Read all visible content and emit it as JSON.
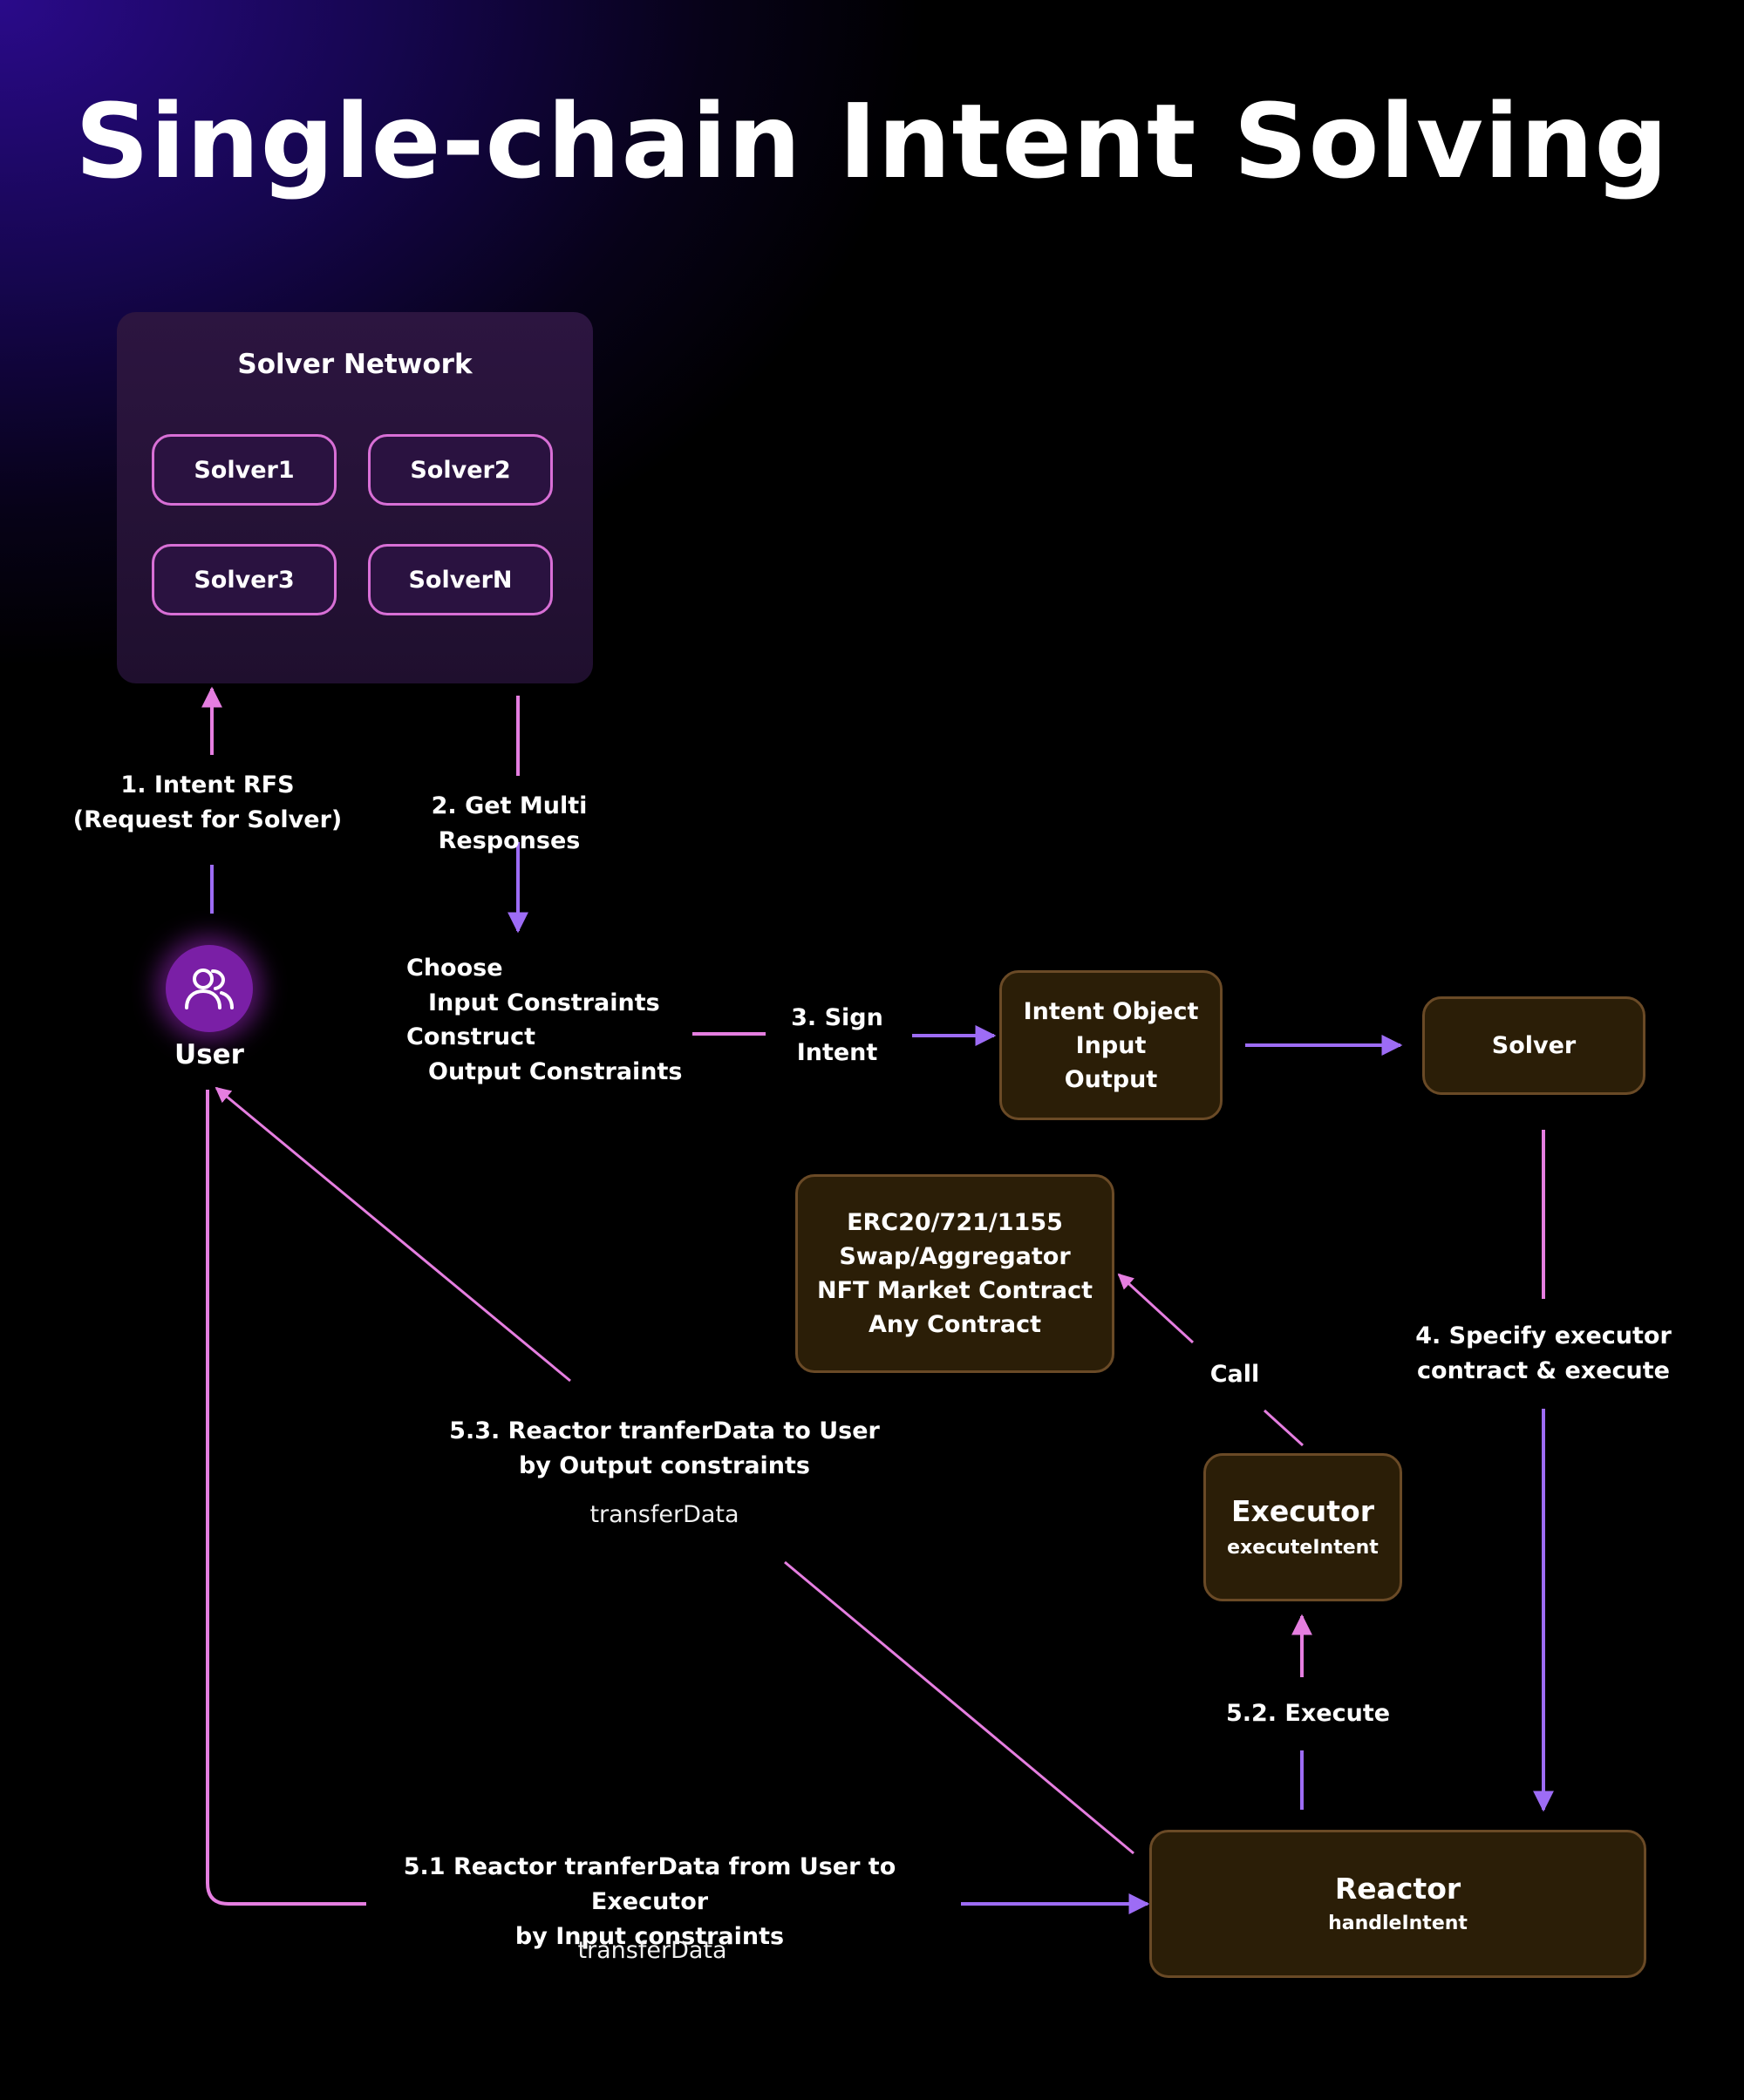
{
  "title": "Single-chain Intent Solving",
  "solver_network": {
    "title": "Solver Network",
    "solvers": [
      "Solver1",
      "Solver2",
      "Solver3",
      "SolverN"
    ]
  },
  "user": {
    "label": "User",
    "icon": "users-icon"
  },
  "steps": {
    "intent_rfs": [
      "1. Intent RFS",
      "(Request for Solver)"
    ],
    "get_multi": "2. Get Multi Responses",
    "choose_construct": [
      "Choose",
      "Input Constraints",
      "Construct",
      "Output Constraints"
    ],
    "sign_intent": [
      "3. Sign",
      "Intent"
    ],
    "specify_executor": [
      "4. Specify executor",
      "contract & execute"
    ],
    "call": "Call",
    "transfer_to_user": [
      "5.3. Reactor tranferData to User",
      "by Output constraints"
    ],
    "transfer_to_user_fn": "transferData",
    "execute": "5.2. Execute",
    "transfer_from_user": [
      "5.1 Reactor tranferData from User to Executor",
      "by Input constraints"
    ],
    "transfer_from_user_fn": "transferData"
  },
  "intent_object": {
    "lines": [
      "Intent Object",
      "Input",
      "Output"
    ]
  },
  "solver_box": {
    "label": "Solver"
  },
  "contracts": {
    "lines": [
      "ERC20/721/1155",
      "Swap/Aggregator",
      "NFT Market Contract",
      "Any Contract"
    ]
  },
  "executor": {
    "title": "Executor",
    "fn": "executeIntent"
  },
  "reactor": {
    "title": "Reactor",
    "fn": "handleIntent"
  },
  "colors": {
    "pink": "#e57ee0",
    "purple": "#9d6cf5",
    "box_fill": "#2b1e07",
    "box_border": "#6a4a26",
    "chip_border": "#d86fd6"
  }
}
